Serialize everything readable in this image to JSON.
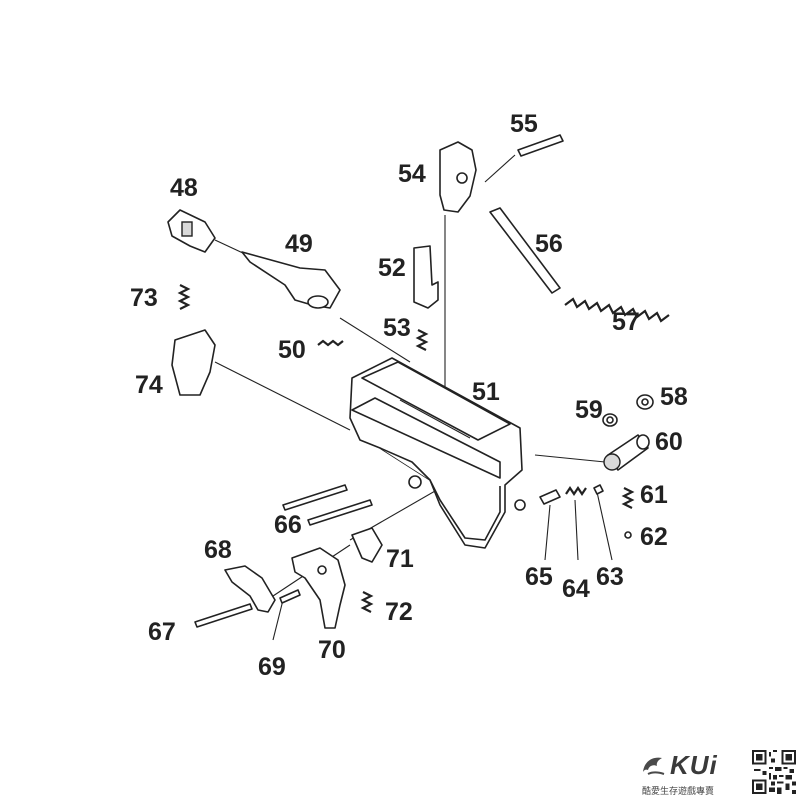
{
  "parts": [
    {
      "id": "48"
    },
    {
      "id": "49"
    },
    {
      "id": "50"
    },
    {
      "id": "51"
    },
    {
      "id": "52"
    },
    {
      "id": "53"
    },
    {
      "id": "54"
    },
    {
      "id": "55"
    },
    {
      "id": "56"
    },
    {
      "id": "57"
    },
    {
      "id": "58"
    },
    {
      "id": "59"
    },
    {
      "id": "60"
    },
    {
      "id": "61"
    },
    {
      "id": "62"
    },
    {
      "id": "63"
    },
    {
      "id": "64"
    },
    {
      "id": "65"
    },
    {
      "id": "66"
    },
    {
      "id": "67"
    },
    {
      "id": "68"
    },
    {
      "id": "69"
    },
    {
      "id": "70"
    },
    {
      "id": "71"
    },
    {
      "id": "72"
    },
    {
      "id": "73"
    },
    {
      "id": "74"
    }
  ],
  "watermark": {
    "brand": "KUi",
    "subtitle": "酷愛生存遊戲專賣"
  }
}
